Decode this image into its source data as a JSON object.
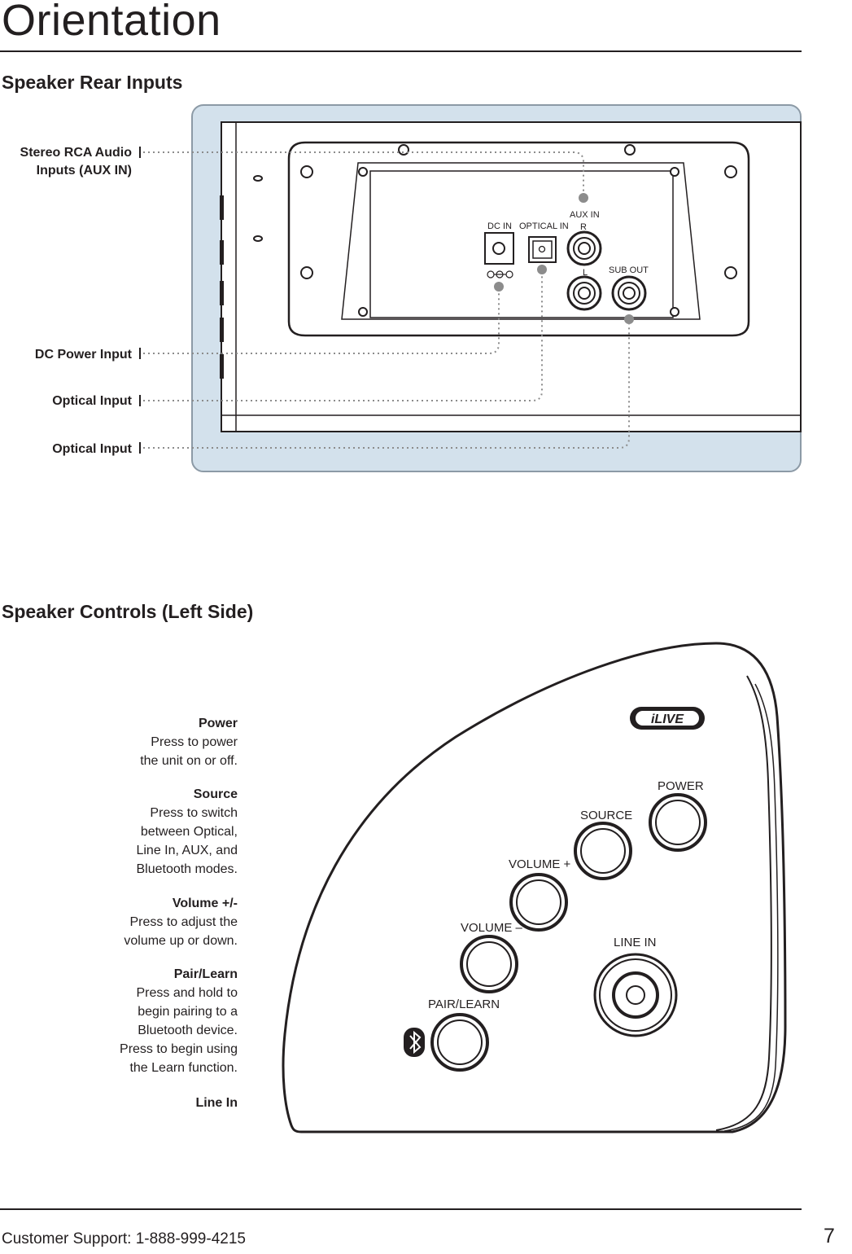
{
  "page": {
    "title": "Orientation",
    "footer_support": "Customer Support: 1-888-999-4215",
    "page_number": "7"
  },
  "rear_section": {
    "heading": "Speaker Rear Inputs",
    "callouts": [
      {
        "line1": "Stereo RCA Audio",
        "line2": "Inputs (AUX IN)"
      },
      {
        "line1": "DC Power Input"
      },
      {
        "line1": "Optical Input"
      },
      {
        "line1": "Optical Input"
      }
    ],
    "panel_labels": {
      "dc_in": "DC IN",
      "optical_in": "OPTICAL IN",
      "aux_in": "AUX IN",
      "aux_r": "R",
      "aux_l": "L",
      "sub_out": "SUB OUT"
    },
    "colors": {
      "panel_bg": "#d3e1ec",
      "panel_border": "#8c9aa6",
      "dot": "#8c8c8c"
    }
  },
  "side_section": {
    "heading": "Speaker Controls (Left Side)",
    "controls": [
      {
        "title": "Power",
        "desc": [
          "Press to power",
          "the unit on or off."
        ]
      },
      {
        "title": "Source",
        "desc": [
          "Press to switch",
          "between Optical,",
          "Line In, AUX, and",
          "Bluetooth modes."
        ]
      },
      {
        "title": "Volume +/-",
        "desc": [
          "Press to adjust the",
          "volume up or down."
        ]
      },
      {
        "title": "Pair/Learn",
        "desc": [
          "Press and hold to",
          "begin pairing to a",
          "Bluetooth device.",
          "Press to begin using",
          "the Learn function."
        ]
      },
      {
        "title": "Line In",
        "desc": []
      }
    ],
    "device_labels": {
      "logo": "iLIVE",
      "power": "POWER",
      "source": "SOURCE",
      "volume_up": "VOLUME +",
      "volume_down": "VOLUME –",
      "line_in": "LINE IN",
      "pair_learn": "PAIR/LEARN"
    }
  }
}
